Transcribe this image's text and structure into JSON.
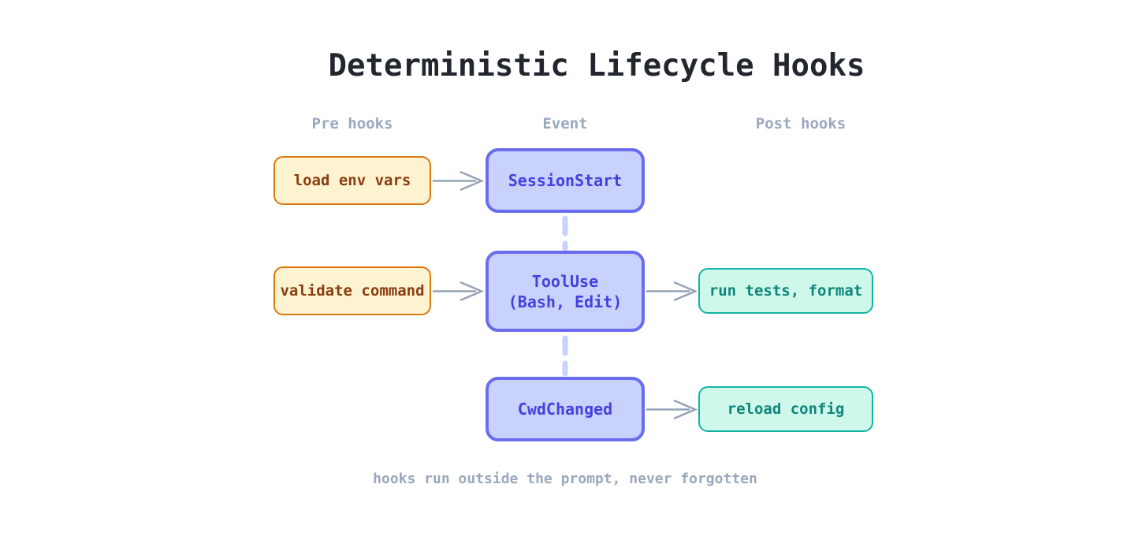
{
  "title": "Deterministic Lifecycle Hooks",
  "columns": {
    "pre": {
      "header": "Pre hooks"
    },
    "event": {
      "header": "Event"
    },
    "post": {
      "header": "Post hooks"
    }
  },
  "nodes": {
    "pre": [
      {
        "label": "load env vars"
      },
      {
        "label": "validate command"
      }
    ],
    "event": [
      {
        "label": "SessionStart"
      },
      {
        "label": "ToolUse",
        "label_line2": "(Bash, Edit)"
      },
      {
        "label": "CwdChanged"
      }
    ],
    "post": [
      {
        "label": "run tests, format"
      },
      {
        "label": "reload config"
      }
    ]
  },
  "footer": "hooks run outside the prompt, never forgotten",
  "colors": {
    "title-text": "#22262e",
    "muted-text": "#9aa8bc",
    "pre-fill": "#fdf3d1",
    "pre-border": "#d9790f",
    "pre-text": "#8a3c10",
    "event-fill": "#c9d2fc",
    "event-border": "#6a6cee",
    "event-text": "#4341dd",
    "post-fill": "#cdf8ea",
    "post-border": "#12b5a5",
    "post-text": "#0f857c",
    "arrow": "#94a3b8",
    "dash": "#c7d2fe"
  }
}
